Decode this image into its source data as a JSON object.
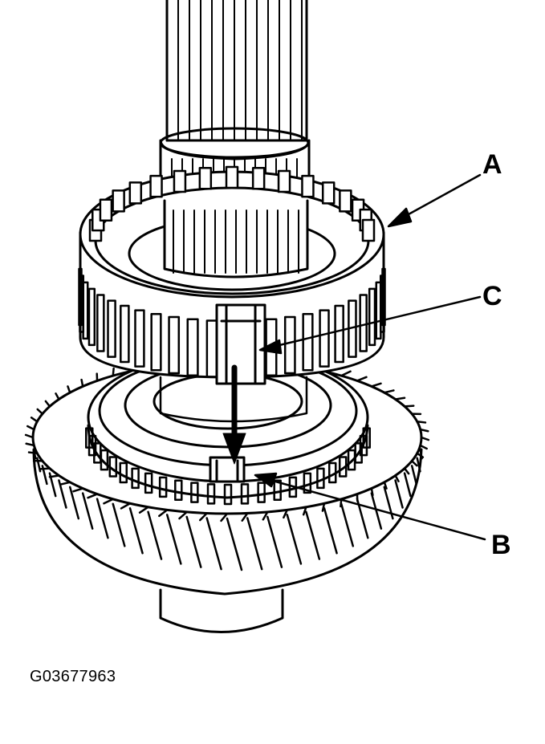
{
  "diagram": {
    "callouts": {
      "a": "A",
      "b": "B",
      "c": "C"
    },
    "figure_id": "G03677963",
    "colors": {
      "ink": "#000000",
      "paper": "#ffffff"
    }
  }
}
